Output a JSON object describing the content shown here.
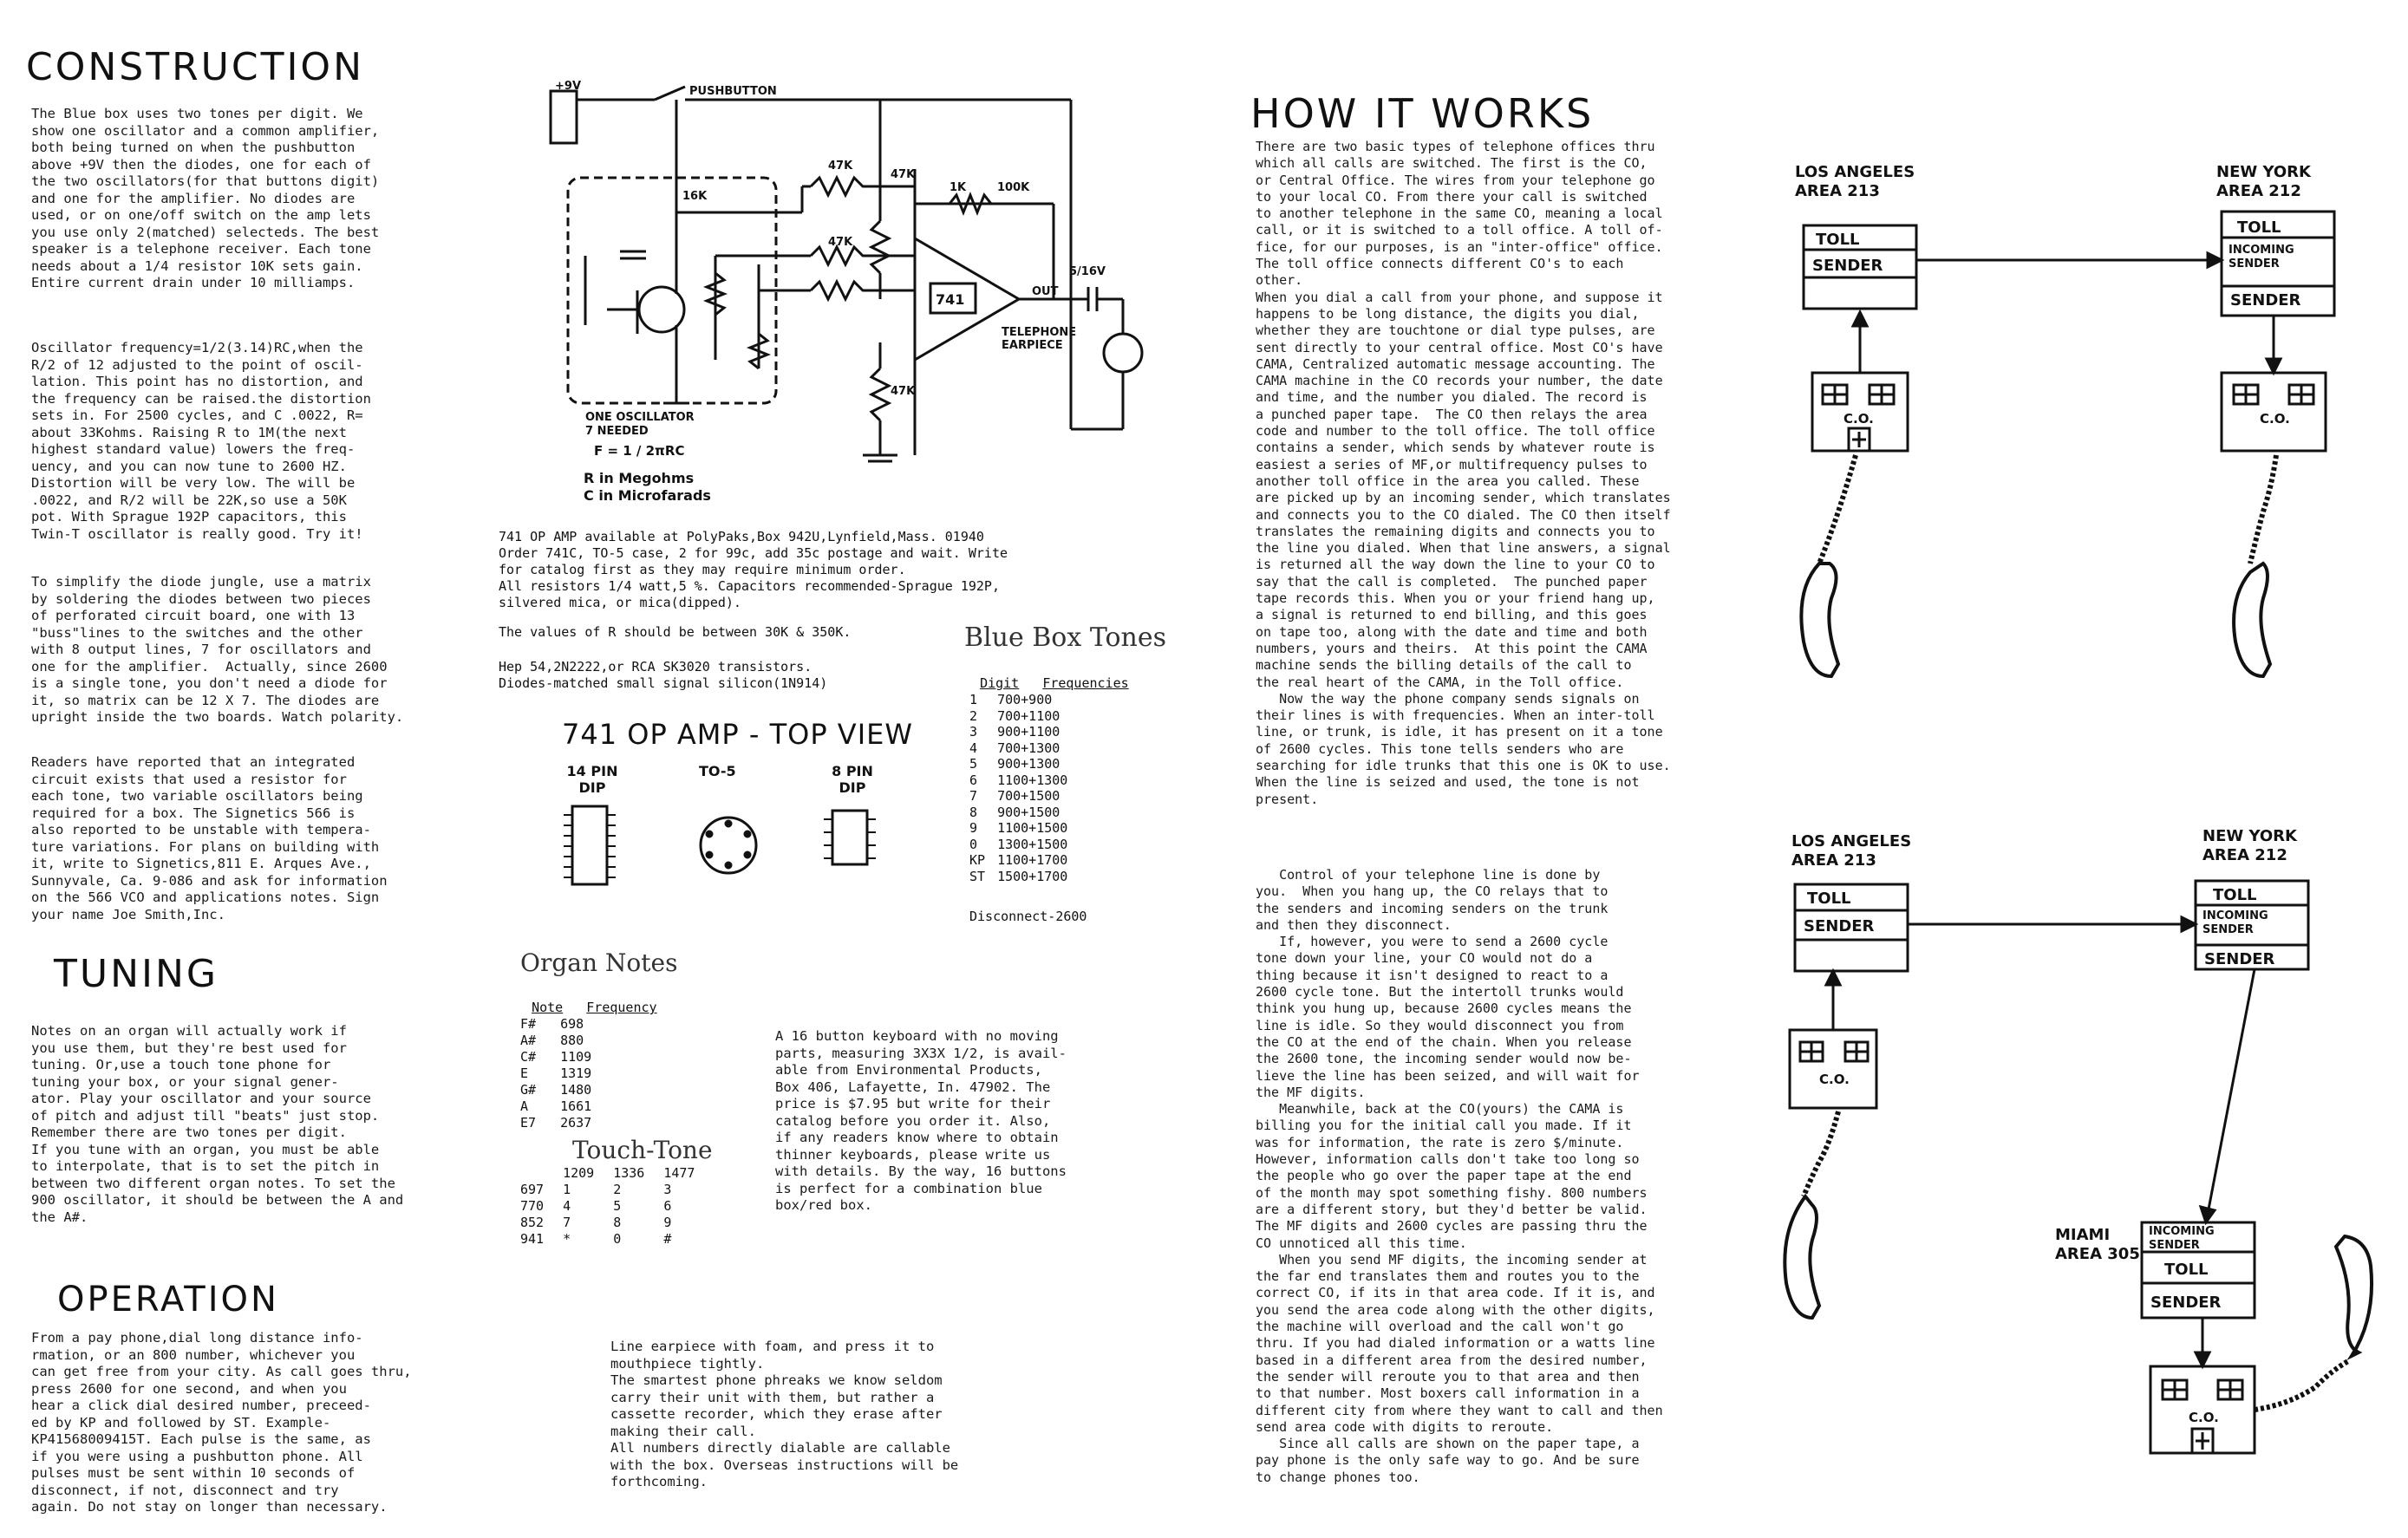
{
  "construction": {
    "heading": "CONSTRUCTION",
    "p1": "The Blue box uses two tones per digit. We\nshow one oscillator and a common amplifier,\nboth being turned on when the pushbutton\nabove +9V then the diodes, one for each of\nthe two oscillators(for that buttons digit)\nand one for the amplifier. No diodes are\nused, or on one/off switch on the amp lets\nyou use only 2(matched) selecteds. The best\nspeaker is a telephone receiver. Each tone\nneeds about a 1/4 resistor 10K sets gain.\nEntire current drain under 10 milliamps.",
    "p2": "Oscillator frequency=1/2(3.14)RC,when the\nR/2 of 12 adjusted to the point of oscil-\nlation. This point has no distortion, and\nthe frequency can be raised.the distortion\nsets in. For 2500 cycles, and C .0022, R=\nabout 33Kohms. Raising R to 1M(the next\nhighest standard value) lowers the freq-\nuency, and you can now tune to 2600 HZ.\nDistortion will be very low. The will be\n.0022, and R/2 will be 22K,so use a 50K\npot. With Sprague 192P capacitors, this\nTwin-T oscillator is really good. Try it!",
    "p3": "To simplify the diode jungle, use a matrix\nby soldering the diodes between two pieces\nof perforated circuit board, one with 13\n\"buss\"lines to the switches and the other\nwith 8 output lines, 7 for oscillators and\none for the amplifier.  Actually, since 2600\nis a single tone, you don't need a diode for\nit, so matrix can be 12 X 7. The diodes are\nupright inside the two boards. Watch polarity.",
    "p4": "Readers have reported that an integrated\ncircuit exists that used a resistor for\neach tone, two variable oscillators being\nrequired for a box. The Signetics 566 is\nalso reported to be unstable with tempera-\nture variations. For plans on building with\nit, write to Signetics,811 E. Arques Ave.,\nSunnyvale, Ca. 9-086 and ask for information\non the 566 VCO and applications notes. Sign\nyour name Joe Smith,Inc."
  },
  "tuning": {
    "heading": "TUNING",
    "text": "Notes on an organ will actually work if\nyou use them, but they're best used for\ntuning. Or,use a touch tone phone for\ntuning your box, or your signal gener-\nator. Play your oscillator and your source\nof pitch and adjust till \"beats\" just stop.\nRemember there are two tones per digit.\nIf you tune with an organ, you must be able\nto interpolate, that is to set the pitch in\nbetween two different organ notes. To set the\n900 oscillator, it should be between the A and\nthe A#."
  },
  "operation": {
    "heading": "OPERATION",
    "text": "From a pay phone,dial long distance info-\nrmation, or an 800 number, whichever you\ncan get free from your city. As call goes thru,\npress 2600 for one second, and when you\nhear a click dial desired number, preceed-\ned by KP and followed by ST. Example-\nKP41568009415T. Each pulse is the same, as\nif you were using a pushbutton phone. All\npulses must be sent within 10 seconds of\ndisconnect, if not, disconnect and try\nagain. Do not stay on longer than necessary."
  },
  "schematic": {
    "v_label": "+9V",
    "pushbutton": "PUSHBUTTON",
    "r16k": "16K",
    "r47k_a": "47K",
    "r47k_b": "47K",
    "r47k_c": "47K",
    "r47k_d": "47K",
    "r1k": "1K",
    "r100k": "100K",
    "op": "741",
    "out": "OUT",
    "cap": "5/16V",
    "telephone": "TELEPHONE\nEARPIECE",
    "osc_label": "ONE OSCILLATOR\n7 NEEDED",
    "formula": "F = 1 / 2πRC",
    "r_note": "R in Megohms",
    "c_note": "C in Microfarads"
  },
  "parts_note": {
    "text": "741 OP AMP available at PolyPaks,Box 942U,Lynfield,Mass. 01940\nOrder 741C, TO-5 case, 2 for 99c, add 35c postage and wait. Write\nfor catalog first as they may require minimum order.\nAll resistors 1/4 watt,5 %. Capacitors recommended-Sprague 192P,\nsilvered mica, or mica(dipped).",
    "r_values": "The values of R should be between 30K & 350K.",
    "transistors": "Hep 54,2N2222,or RCA SK3020 transistors.\nDiodes-matched small signal silicon(1N914)"
  },
  "opamp": {
    "heading": "741 OP AMP - TOP VIEW",
    "pkg1": "14 PIN\nDIP",
    "pkg2": "TO-5",
    "pkg3": "8 PIN\nDIP"
  },
  "blue_box_tones": {
    "heading": "Blue Box Tones",
    "col1": "Digit",
    "col2": "Frequencies",
    "rows": [
      [
        "1",
        "700+900"
      ],
      [
        "2",
        "700+1100"
      ],
      [
        "3",
        "900+1100"
      ],
      [
        "4",
        "700+1300"
      ],
      [
        "5",
        "900+1300"
      ],
      [
        "6",
        "1100+1300"
      ],
      [
        "7",
        "700+1500"
      ],
      [
        "8",
        "900+1500"
      ],
      [
        "9",
        "1100+1500"
      ],
      [
        "0",
        "1300+1500"
      ],
      [
        "KP",
        "1100+1700"
      ],
      [
        "ST",
        "1500+1700"
      ]
    ],
    "disconnect": "Disconnect-2600"
  },
  "organ_notes": {
    "heading": "Organ Notes",
    "col1": "Note",
    "col2": "Frequency",
    "rows": [
      [
        "F#",
        "698"
      ],
      [
        "A#",
        "880"
      ],
      [
        "C#",
        "1109"
      ],
      [
        "E",
        "1319"
      ],
      [
        "G#",
        "1480"
      ],
      [
        "A",
        "1661"
      ],
      [
        "E7",
        "2637"
      ]
    ]
  },
  "touch_tone": {
    "heading": "Touch-Tone",
    "header": [
      "",
      "1209",
      "1336",
      "1477"
    ],
    "rows": [
      [
        "697",
        "1",
        "2",
        "3"
      ],
      [
        "770",
        "4",
        "5",
        "6"
      ],
      [
        "852",
        "7",
        "8",
        "9"
      ],
      [
        "941",
        "*",
        "0",
        "#"
      ]
    ]
  },
  "keyboard_note": {
    "text": "A 16 button keyboard with no moving\nparts, measuring 3X3X 1/2, is avail-\nable from Environmental Products,\nBox 406, Lafayette, In. 47902. The\nprice is $7.95 but write for their\ncatalog before you order it. Also,\nif any readers know where to obtain\nthinner keyboards, please write us\nwith details. By the way, 16 buttons\nis perfect for a combination blue\nbox/red box."
  },
  "bottom_note": {
    "text": "Line earpiece with foam, and press it to\nmouthpiece tightly.\nThe smartest phone phreaks we know seldom\ncarry their unit with them, but rather a\ncassette recorder, which they erase after\nmaking their call.\nAll numbers directly dialable are callable\nwith the box. Overseas instructions will be\nforthcoming."
  },
  "how_it_works": {
    "heading": "HOW IT WORKS",
    "p1": "There are two basic types of telephone offices thru\nwhich all calls are switched. The first is the CO,\nor Central Office. The wires from your telephone go\nto your local CO. From there your call is switched\nto another telephone in the same CO, meaning a local\ncall, or it is switched to a toll office. A toll of-\nfice, for our purposes, is an \"inter-office\" office.\nThe toll office connects different CO's to each\nother.\nWhen you dial a call from your phone, and suppose it\nhappens to be long distance, the digits you dial,\nwhether they are touchtone or dial type pulses, are\nsent directly to your central office. Most CO's have\nCAMA, Centralized automatic message accounting. The\nCAMA machine in the CO records your number, the date\nand time, and the number you dialed. The record is\na punched paper tape.  The CO then relays the area\ncode and number to the toll office. The toll office\ncontains a sender, which sends by whatever route is\neasiest a series of MF,or multifrequency pulses to\nanother toll office in the area you called. These\nare picked up by an incoming sender, which translates\nand connects you to the CO dialed. The CO then itself\ntranslates the remaining digits and connects you to\nthe line you dialed. When that line answers, a signal\nis returned all the way down the line to your CO to\nsay that the call is completed.  The punched paper\ntape records this. When you or your friend hang up,\na signal is returned to end billing, and this goes\non tape too, along with the date and time and both\nnumbers, yours and theirs.  At this point the CAMA\nmachine sends the billing details of the call to\nthe real heart of the CAMA, in the Toll office.\n   Now the way the phone company sends signals on\ntheir lines is with frequencies. When an inter-toll\nline, or trunk, is idle, it has present on it a tone\nof 2600 cycles. This tone tells senders who are\nsearching for idle trunks that this one is OK to use.\nWhen the line is seized and used, the tone is not\npresent.",
    "p2": "   Control of your telephone line is done by\nyou.  When you hang up, the CO relays that to\nthe senders and incoming senders on the trunk\nand then they disconnect.\n   If, however, you were to send a 2600 cycle\ntone down your line, your CO would not do a\nthing because it isn't designed to react to a\n2600 cycle tone. But the intertoll trunks would\nthink you hung up, because 2600 cycles means the\nline is idle. So they would disconnect you from\nthe CO at the end of the chain. When you release\nthe 2600 tone, the incoming sender would now be-\nlieve the line has been seized, and will wait for\nthe MF digits.\n   Meanwhile, back at the CO(yours) the CAMA is\nbilling you for the initial call you made. If it\nwas for information, the rate is zero $/minute.\nHowever, information calls don't take too long so\nthe people who go over the paper tape at the end\nof the month may spot something fishy. 800 numbers\nare a different story, but they'd better be valid.\nThe MF digits and 2600 cycles are passing thru the\nCO unnoticed all this time.\n   When you send MF digits, the incoming sender at\nthe far end translates them and routes you to the\ncorrect CO, if its in that area code. If it is, and\nyou send the area code along with the other digits,\nthe machine will overload and the call won't go\nthru. If you had dialed information or a watts line\nbased in a different area from the desired number,\nthe sender will reroute you to that area and then\nto that number. Most boxers call information in a\ndifferent city from where they want to call and then\nsend area code with digits to reroute.\n   Since all calls are shown on the paper tape, a\npay phone is the only safe way to go. And be sure\nto change phones too."
  },
  "diagram_top": {
    "la": "LOS ANGELES\nAREA 213",
    "ny": "NEW YORK\nAREA 212",
    "toll": "TOLL",
    "sender": "SENDER",
    "incoming": "INCOMING\nSENDER",
    "co": "C.O."
  },
  "diagram_bottom": {
    "la": "LOS ANGELES\nAREA 213",
    "ny": "NEW YORK\nAREA 212",
    "miami": "MIAMI\nAREA 305",
    "toll": "TOLL",
    "sender": "SENDER",
    "incoming": "INCOMING\nSENDER",
    "co": "C.O."
  }
}
